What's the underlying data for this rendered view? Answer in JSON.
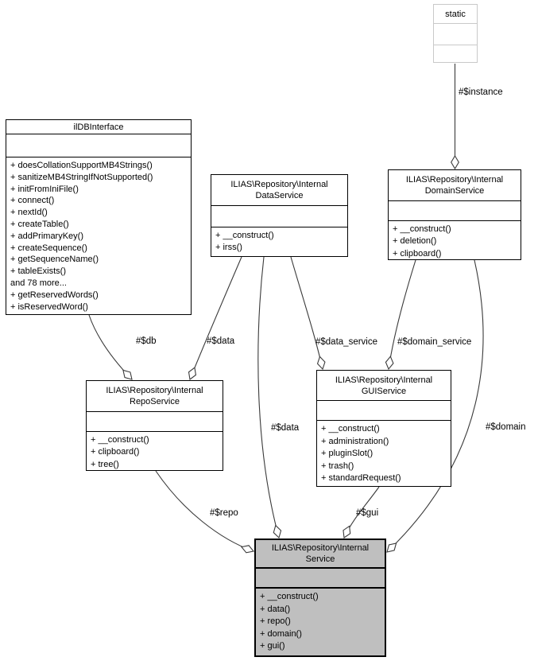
{
  "diagram": {
    "kind": "uml-collaboration-diagram",
    "colors": {
      "background": "#ffffff",
      "node_border": "#000000",
      "static_node_border": "#c9c9c9",
      "current_node_fill": "#bfbfbf",
      "edge": "#3a3a3a"
    }
  },
  "classes": {
    "static_node": {
      "title": "static"
    },
    "ildbinterface": {
      "title": "ilDBInterface",
      "methods": [
        "+ doesCollationSupportMB4Strings()",
        "+ sanitizeMB4StringIfNotSupported()",
        "+ initFromIniFile()",
        "+ connect()",
        "+ nextId()",
        "+ createTable()",
        "+ addPrimaryKey()",
        "+ createSequence()",
        "+ getSequenceName()",
        "+ tableExists()",
        "and 78 more...",
        "+ getReservedWords()",
        "+ isReservedWord()"
      ]
    },
    "data_service": {
      "title": "ILIAS\\Repository\\Internal\nDataService",
      "methods": [
        "+ __construct()",
        "+ irss()"
      ]
    },
    "domain_service": {
      "title": "ILIAS\\Repository\\Internal\nDomainService",
      "methods": [
        "+ __construct()",
        "+ deletion()",
        "+ clipboard()"
      ]
    },
    "repo_service": {
      "title": "ILIAS\\Repository\\Internal\nRepoService",
      "methods": [
        "+ __construct()",
        "+ clipboard()",
        "+ tree()"
      ]
    },
    "gui_service": {
      "title": "ILIAS\\Repository\\Internal\nGUIService",
      "methods": [
        "+ __construct()",
        "+ administration()",
        "+ pluginSlot()",
        "+ trash()",
        "+ standardRequest()"
      ]
    },
    "service": {
      "title": "ILIAS\\Repository\\Internal\nService",
      "methods": [
        "+ __construct()",
        "+ data()",
        "+ repo()",
        "+ domain()",
        "+ gui()"
      ]
    }
  },
  "edges": {
    "instance": {
      "label": "#$instance"
    },
    "db": {
      "label": "#$db"
    },
    "data_to_repo": {
      "label": "#$data"
    },
    "data_to_service": {
      "label": "#$data"
    },
    "data_service_to_gui": {
      "label": "#$data_service"
    },
    "domain_service_to_gui": {
      "label": "#$domain_service"
    },
    "domain_to_service": {
      "label": "#$domain"
    },
    "repo_to_service": {
      "label": "#$repo"
    },
    "gui_to_service": {
      "label": "#$gui"
    }
  }
}
